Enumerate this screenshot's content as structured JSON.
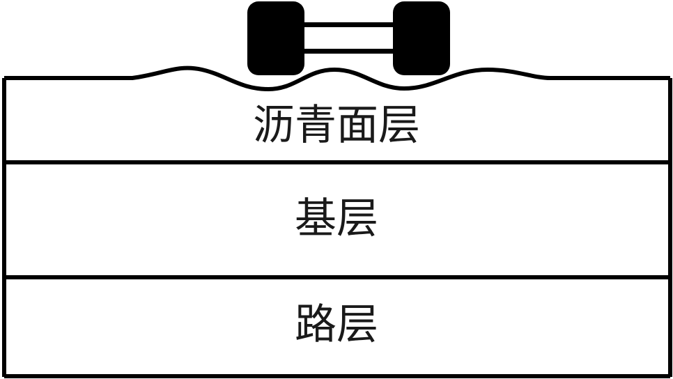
{
  "diagram": {
    "layers": [
      {
        "label": "沥青面层"
      },
      {
        "label": "基层"
      },
      {
        "label": "路层"
      }
    ]
  },
  "colors": {
    "line": "#000000",
    "background": "#ffffff",
    "text": "#1a1a1a"
  },
  "icons": {
    "vehicle_axle": "axle-with-two-wheels-icon"
  }
}
